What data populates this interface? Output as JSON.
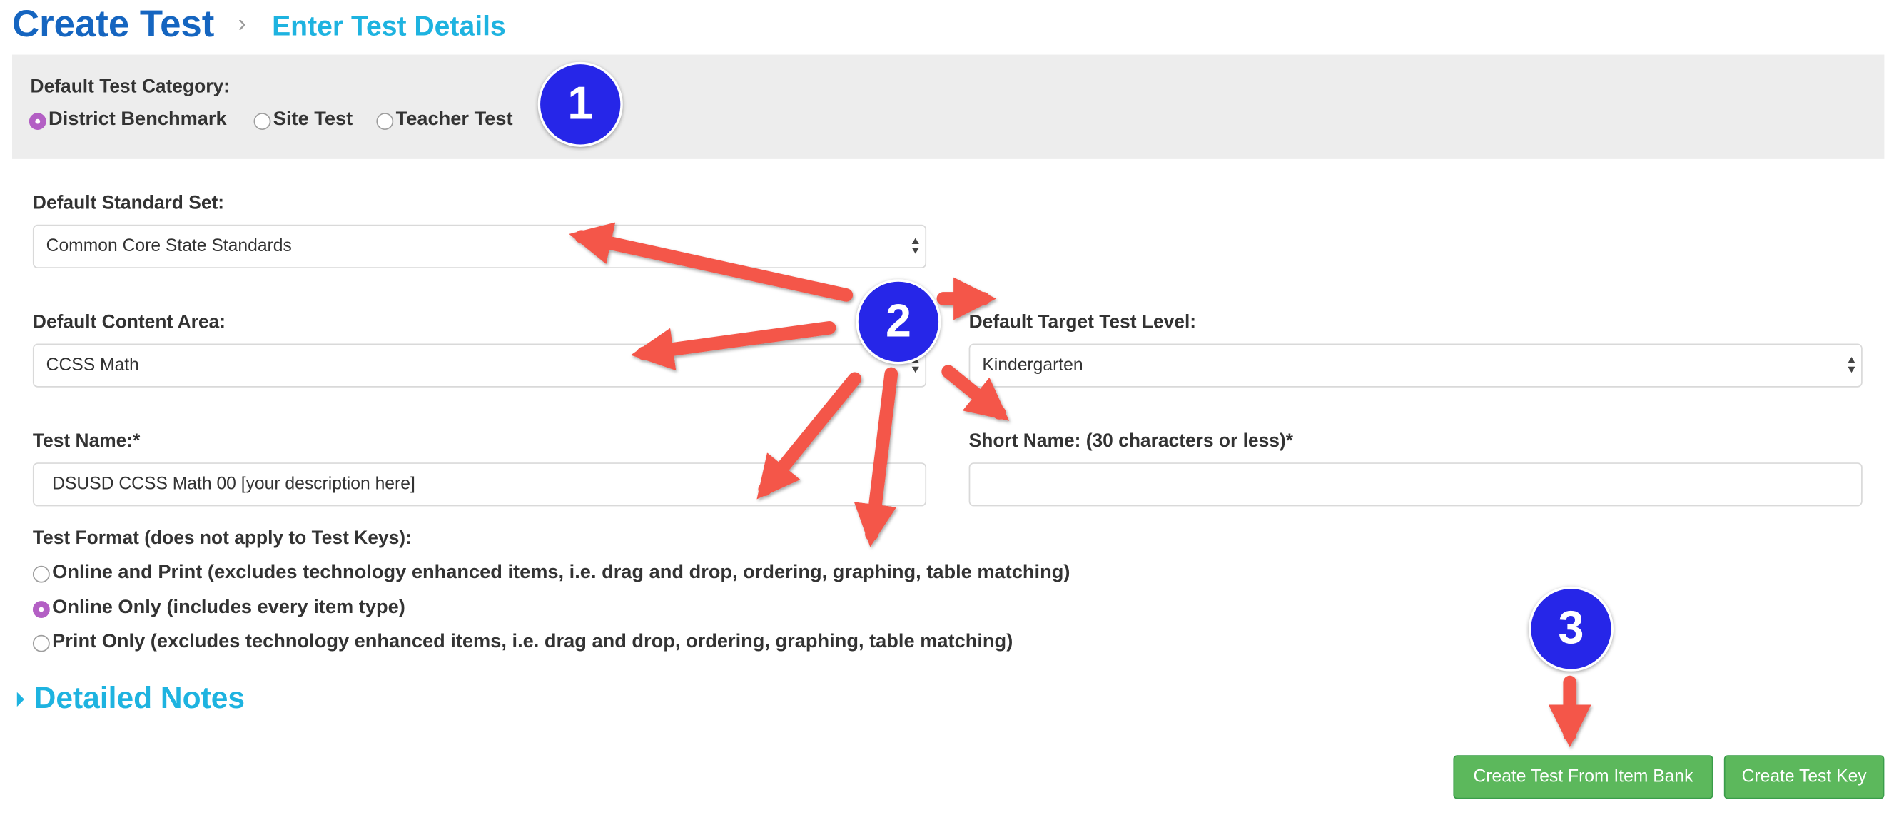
{
  "header": {
    "title": "Create Test",
    "separator": "›",
    "subtitle": "Enter Test Details"
  },
  "category": {
    "label": "Default Test Category:",
    "options": [
      "District Benchmark",
      "Site Test",
      "Teacher Test"
    ],
    "selected": "District Benchmark"
  },
  "standard_set": {
    "label": "Default Standard Set:",
    "value": "Common Core State Standards"
  },
  "content_area": {
    "label": "Default Content Area:",
    "value": "CCSS Math"
  },
  "target_level": {
    "label": "Default Target Test Level:",
    "value": "Kindergarten"
  },
  "test_name": {
    "label": "Test Name:*",
    "value": "DSUSD CCSS Math 00 [your description here]"
  },
  "short_name": {
    "label": "Short Name: (30 characters or less)*",
    "value": ""
  },
  "test_format": {
    "label": "Test Format (does not apply to Test Keys):",
    "options": [
      "Online and Print (excludes technology enhanced items, i.e. drag and drop, ordering, graphing, table matching)",
      "Online Only (includes every item type)",
      "Print Only (excludes technology enhanced items, i.e. drag and drop, ordering, graphing, table matching)"
    ],
    "selected": "Online Only (includes every item type)"
  },
  "notes": {
    "title": "Detailed Notes"
  },
  "buttons": {
    "from_bank": "Create Test From Item Bank",
    "test_key": "Create Test Key"
  },
  "annotations": {
    "badges": [
      "1",
      "2",
      "3"
    ]
  },
  "colors": {
    "brand_blue": "#1565c0",
    "accent_cyan": "#1eb3e0",
    "radio_checked": "#b35fc4",
    "button_green": "#5cb85c",
    "badge_blue": "#2626e8",
    "arrow_red": "#f4564a"
  }
}
